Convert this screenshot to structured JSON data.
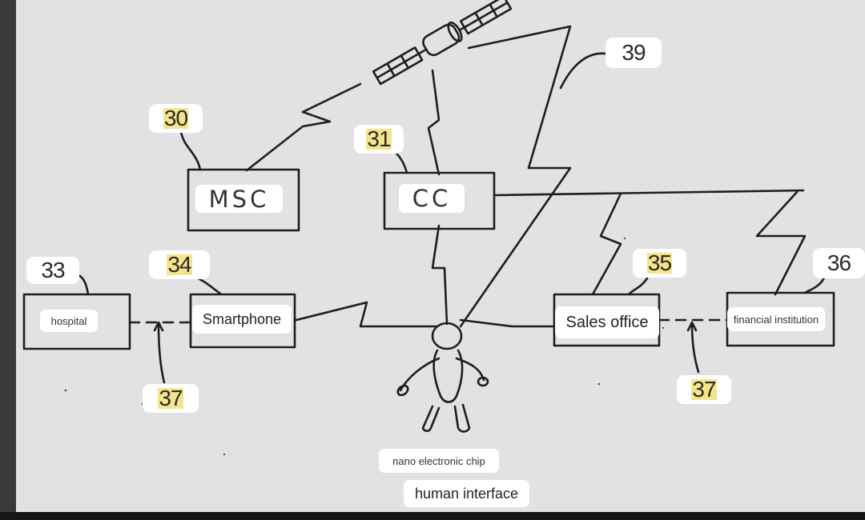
{
  "diagram": {
    "reference_numbers": {
      "msc": "30",
      "cc": "31",
      "hospital": "33",
      "smartphone": "34",
      "sales_office": "35",
      "financial_institution": "36",
      "link_left": "37",
      "link_right": "37",
      "wireless": "39"
    },
    "boxes": {
      "msc": "MSC",
      "cc": "CC",
      "hospital": "hospital",
      "smartphone": "Smartphone",
      "sales_office": "Sales office",
      "financial_institution": "financial institution"
    },
    "captions": {
      "chip": "nano electronic chip",
      "interface": "human interface"
    }
  }
}
